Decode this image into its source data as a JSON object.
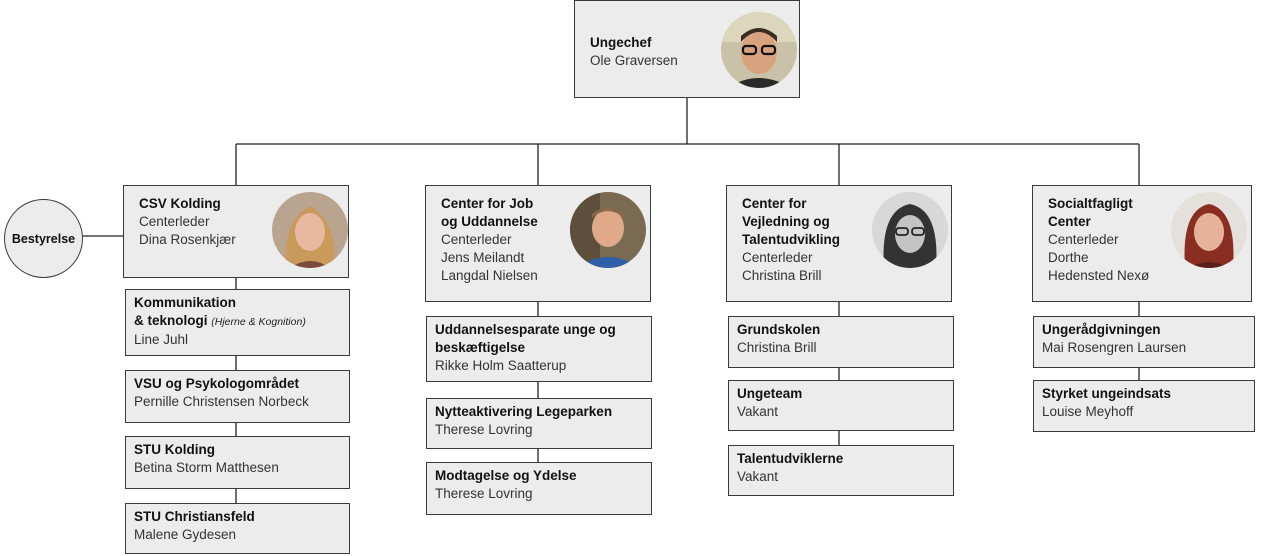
{
  "top": {
    "title": "Ungechef",
    "name": "Ole Graversen",
    "photo": "portrait-photo-man-glasses"
  },
  "board": {
    "label": "Bestyrelse"
  },
  "centers": [
    {
      "title_lines": [
        "CSV Kolding"
      ],
      "role": "Centerleder",
      "name_lines": [
        "Dina Rosenkjær"
      ],
      "photo": "portrait-photo-woman-blonde",
      "units": [
        {
          "title_lines": [
            "Kommunikation",
            "& teknologi"
          ],
          "note": "(Hjerne & Kognition)",
          "name": "Line Juhl"
        },
        {
          "title_lines": [
            "VSU og Psykologområdet"
          ],
          "name": "Pernille Christensen Norbeck"
        },
        {
          "title_lines": [
            "STU Kolding"
          ],
          "name": "Betina Storm Matthesen"
        },
        {
          "title_lines": [
            "STU Christiansfeld"
          ],
          "name": "Malene Gydesen"
        }
      ]
    },
    {
      "title_lines": [
        "Center for Job",
        "og Uddannelse"
      ],
      "role": "Centerleder",
      "name_lines": [
        "Jens Meilandt",
        "Langdal Nielsen"
      ],
      "photo": "portrait-photo-man-blue-shirt",
      "units": [
        {
          "title_lines": [
            "Uddannelsesparate unge og",
            "beskæftigelse"
          ],
          "name": "Rikke Holm Saatterup"
        },
        {
          "title_lines": [
            "Nytteaktivering Legeparken"
          ],
          "name": "Therese Lovring"
        },
        {
          "title_lines": [
            "Modtagelse og Ydelse"
          ],
          "name": "Therese Lovring"
        }
      ]
    },
    {
      "title_lines": [
        "Center for",
        "Vejledning og",
        "Talentudvikling"
      ],
      "role": "Centerleder",
      "name_lines": [
        "Christina Brill"
      ],
      "photo": "portrait-photo-woman-bw",
      "units": [
        {
          "title_lines": [
            "Grundskolen"
          ],
          "name": "Christina Brill"
        },
        {
          "title_lines": [
            "Ungeteam"
          ],
          "name": "Vakant"
        },
        {
          "title_lines": [
            "Talentudviklerne"
          ],
          "name": "Vakant"
        }
      ]
    },
    {
      "title_lines": [
        "Socialtfagligt",
        "Center"
      ],
      "role": "Centerleder",
      "name_lines": [
        "Dorthe",
        "Hedensted Nexø"
      ],
      "photo": "portrait-photo-woman-red-hair",
      "units": [
        {
          "title_lines": [
            "Ungerådgivningen"
          ],
          "name": "Mai Rosengren Laursen"
        },
        {
          "title_lines": [
            "Styrket ungeindsats"
          ],
          "name": "Louise Meyhoff"
        }
      ]
    }
  ],
  "colors": {
    "box_fill": "#ececec",
    "border": "#3a3a3a",
    "line": "#222222"
  }
}
